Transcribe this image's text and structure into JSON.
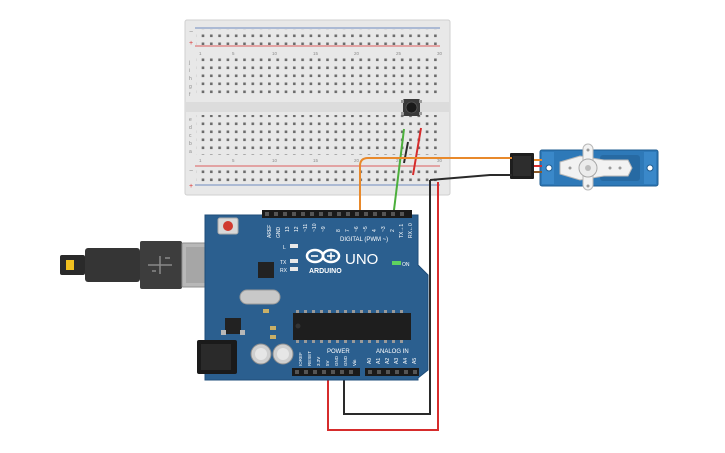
{
  "breadboard": {
    "columns": [
      "1",
      "5",
      "10",
      "15",
      "20",
      "25",
      "30"
    ],
    "rows_top": [
      "j",
      "i",
      "h",
      "g",
      "f"
    ],
    "rows_bottom": [
      "e",
      "d",
      "c",
      "b",
      "a"
    ],
    "rail_plus": "+",
    "rail_minus": "−"
  },
  "arduino": {
    "brand": "ARDUINO",
    "model": "UNO",
    "aref": "AREF",
    "gnd": "GND",
    "digital_label": "DIGITAL (PWM ~)",
    "digital_pins": [
      "13",
      "12",
      "~11",
      "~10",
      "~9",
      "8",
      "7",
      "~6",
      "~5",
      "4",
      "~3",
      "2",
      "TX→1",
      "RX←0"
    ],
    "led_l": "L",
    "led_tx": "TX",
    "led_rx": "RX",
    "on_label": "ON",
    "power_label": "POWER",
    "power_pins": [
      "IOREF",
      "RESET",
      "3.3V",
      "5V",
      "GND",
      "GND",
      "Vin"
    ],
    "analog_label": "ANALOG IN",
    "analog_pins": [
      "A0",
      "A1",
      "A2",
      "A3",
      "A4",
      "A5"
    ]
  },
  "colors": {
    "board": "#2b5f8f",
    "wire_orange": "#e8892b",
    "wire_red": "#d62c2c",
    "wire_black": "#2a2a2a",
    "wire_green": "#4caf3c",
    "servo": "#2e79b8"
  }
}
